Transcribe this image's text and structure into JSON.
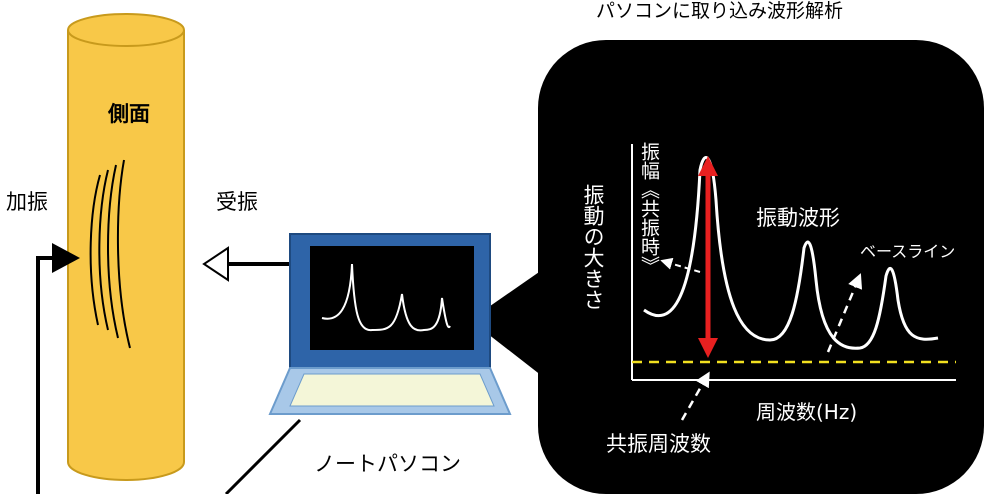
{
  "title": "パソコンに取り込み波形解析",
  "log": {
    "side_label": "側面",
    "excite_label": "加振",
    "receive_label": "受振"
  },
  "laptop": {
    "label": "ノートパソコン"
  },
  "graph": {
    "y_axis_label": "振幅《共振時》",
    "vertical_caption": "振動の大きさ",
    "waveform_label": "振動波形",
    "baseline_label": "ベースライン",
    "x_axis_label": "周波数(Hz)",
    "resonance_label": "共振周波数"
  },
  "colors": {
    "log_fill": "#F8C848",
    "log_stroke": "#C89A1C",
    "laptop_blue": "#2E64A8",
    "keyboard_fill": "#F4F6D8",
    "amplitude_arrow": "#E82020",
    "baseline": "#F2E020"
  }
}
